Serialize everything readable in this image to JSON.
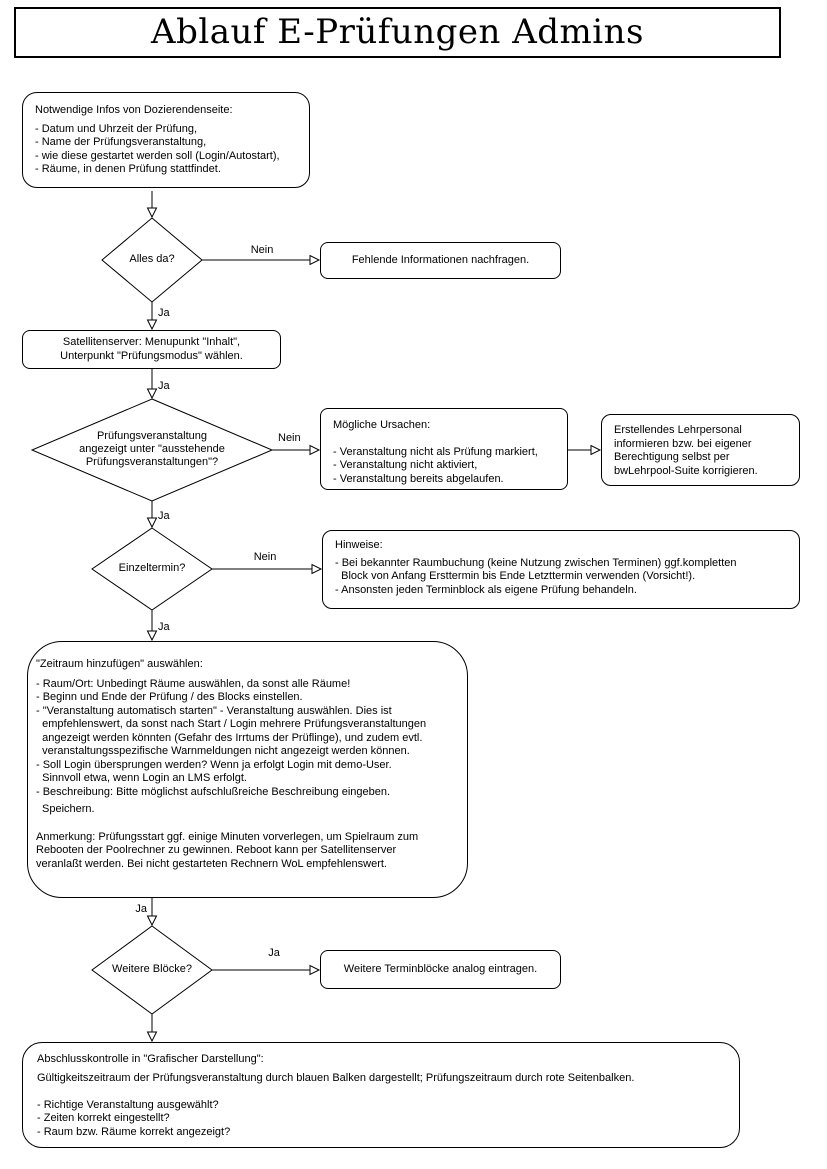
{
  "title": "Ablauf E-Prüfungen Admins",
  "nodes": {
    "info": {
      "title": "Notwendige Infos von Dozierendenseite:",
      "body": "- Datum und Uhrzeit der Prüfung,\n- Name der Prüfungsveranstaltung,\n- wie diese gestartet werden soll (Login/Autostart),\n- Räume, in denen Prüfung stattfindet."
    },
    "alles_da": {
      "label": "Alles da?"
    },
    "fehlende": {
      "label": "Fehlende Informationen nachfragen."
    },
    "satellit": {
      "label": "Satellitenserver: Menupunkt \"Inhalt\",\nUnterpunkt \"Prüfungsmodus\" wählen."
    },
    "angezeigt": {
      "label": "Prüfungsveranstaltung\nangezeigt unter \"ausstehende\nPrüfungsveranstaltungen\"?"
    },
    "ursachen": {
      "title": "Mögliche Ursachen:",
      "body": "- Veranstaltung nicht als Prüfung markiert,\n- Veranstaltung nicht aktiviert,\n- Veranstaltung bereits abgelaufen."
    },
    "lehrpersonal": {
      "label": "Erstellendes Lehrpersonal\ninformieren bzw. bei eigener\nBerechtigung selbst per\nbwLehrpool-Suite korrigieren."
    },
    "einzeltermin": {
      "label": "Einzeltermin?"
    },
    "hinweise": {
      "title": "Hinweise:",
      "body": "- Bei bekannter Raumbuchung (keine Nutzung zwischen Terminen) ggf.kompletten\n  Block von Anfang Ersttermin bis Ende Letzttermin verwenden (Vorsicht!).\n- Ansonsten jeden Terminblock als eigene Prüfung behandeln."
    },
    "zeitraum": {
      "title": "\"Zeitraum hinzufügen\" auswählen:",
      "body": "- Raum/Ort: Unbedingt Räume auswählen, da sonst alle Räume!\n- Beginn und Ende der Prüfung / des Blocks einstellen.\n- \"Veranstaltung automatisch starten\" - Veranstaltung auswählen. Dies ist\n  empfehlenswert, da sonst nach Start / Login mehrere Prüfungsveranstaltungen\n  angezeigt werden könnten (Gefahr des Irrtums der Prüflinge), und zudem evtl.\n  veranstaltungsspezifische Warnmeldungen nicht angezeigt werden können.\n- Soll Login übersprungen werden? Wenn ja erfolgt Login mit demo-User.\n  Sinnvoll etwa, wenn Login an LMS erfolgt.\n- Beschreibung: Bitte möglichst aufschlußreiche Beschreibung eingeben.",
      "save_line": "Speichern.",
      "note": "Anmerkung: Prüfungsstart ggf. einige Minuten vorverlegen, um Spielraum zum\nRebooten der Poolrechner zu gewinnen. Reboot kann per Satellitenserver\nveranlaßt werden. Bei nicht gestarteten Rechnern WoL empfehlenswert."
    },
    "weitere_bloecke": {
      "label": "Weitere Blöcke?"
    },
    "terminbloecke": {
      "label": "Weitere Terminblöcke analog eintragen."
    },
    "abschluss": {
      "title": "Abschlusskontrolle in \"Grafischer Darstellung\":",
      "body": "Gültigkeitszeitraum der Prüfungsveranstaltung durch blauen Balken dargestellt; Prüfungszeitraum durch rote Seitenbalken.\n\n- Richtige Veranstaltung ausgewählt?\n- Zeiten korrekt eingestellt?\n- Raum bzw. Räume korrekt angezeigt?"
    }
  },
  "edge_labels": {
    "nein1": "Nein",
    "ja1": "Ja",
    "ja2": "Ja",
    "nein2": "Nein",
    "ja3": "Ja",
    "nein3": "Nein",
    "ja4": "Ja",
    "ja5": "Ja",
    "ja6": "Ja"
  },
  "colors": {
    "line": "#000000",
    "background": "#ffffff",
    "text": "#000000"
  }
}
